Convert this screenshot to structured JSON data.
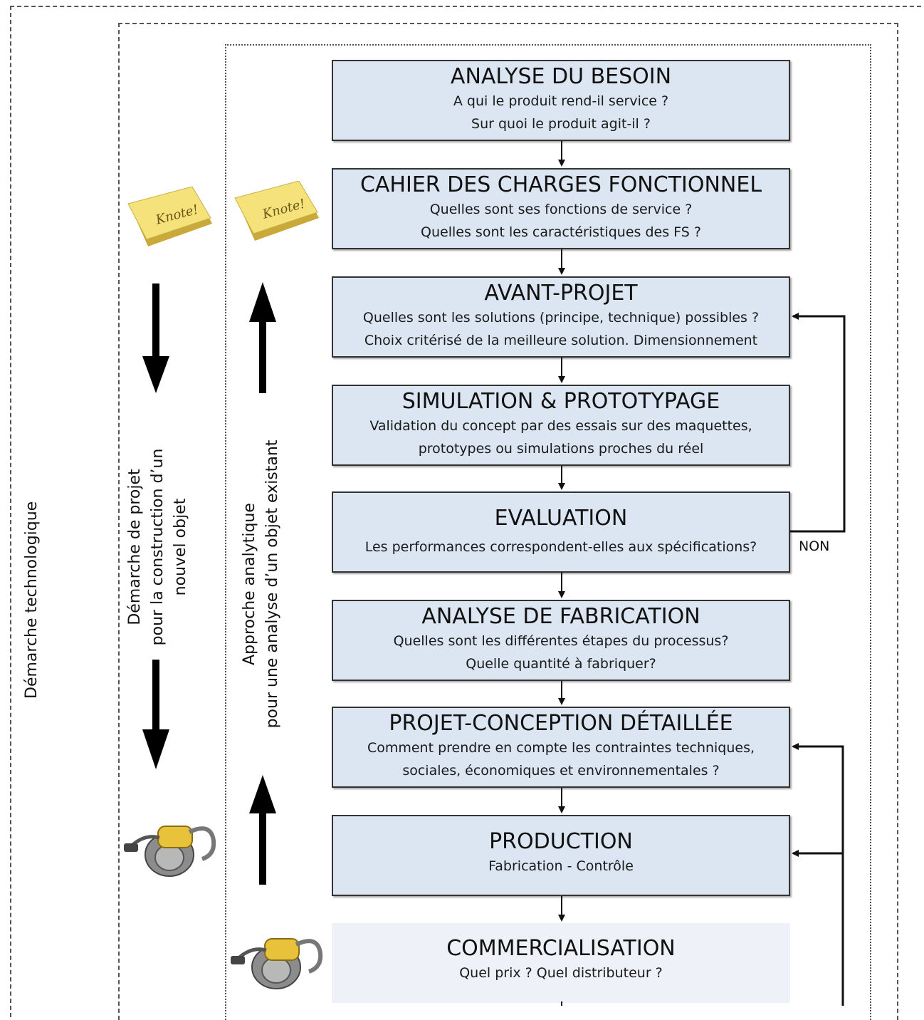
{
  "frames": {
    "outer_label": "Démarche technologique",
    "middle_label": [
      "Démarche de projet",
      "pour la construction d’un",
      "nouvel objet"
    ],
    "inner_label": [
      "Approche analytique",
      "pour une analyse d’un objet existant"
    ]
  },
  "notes": {
    "text": "Knote!"
  },
  "steps": [
    {
      "title": "ANALYSE DU BESOIN",
      "lines": [
        "A qui le produit rend-il service ?",
        "Sur quoi le produit agit-il ?"
      ]
    },
    {
      "title": "CAHIER DES CHARGES FONCTIONNEL",
      "lines": [
        "Quelles sont ses fonctions de service ?",
        "Quelles sont les caractéristiques des FS ?"
      ]
    },
    {
      "title": "AVANT-PROJET",
      "lines": [
        "Quelles sont les solutions (principe, technique) possibles ?",
        "Choix critérisé de la meilleure solution. Dimensionnement"
      ]
    },
    {
      "title": "SIMULATION & PROTOTYPAGE",
      "lines": [
        "Validation du concept par des essais sur des maquettes,",
        "prototypes ou simulations proches du réel"
      ]
    },
    {
      "title": "EVALUATION",
      "lines": [
        "Les performances correspondent-elles aux spécifications?"
      ]
    },
    {
      "title": "ANALYSE DE FABRICATION",
      "lines": [
        "Quelles sont les différentes étapes du processus?",
        "Quelle quantité à fabriquer?"
      ]
    },
    {
      "title": "PROJET-CONCEPTION DÉTAILLÉE",
      "lines": [
        "Comment prendre en compte les contraintes techniques,",
        "sociales, économiques et environnementales ?"
      ]
    },
    {
      "title": "PRODUCTION",
      "lines": [
        "Fabrication - Contrôle"
      ]
    },
    {
      "title": "COMMERCIALISATION",
      "lines": [
        "Quel prix ? Quel distributeur ?"
      ]
    }
  ],
  "feedback": {
    "label": "NON"
  },
  "colors": {
    "box_fill": "#dce6f2",
    "box_border": "#333333",
    "last_box_fill": "#eef2f8",
    "note_yellow": "#f3e27a"
  },
  "icons": {
    "note": "sticky-note-icon",
    "product": "vacuum-cleaner-icon"
  }
}
